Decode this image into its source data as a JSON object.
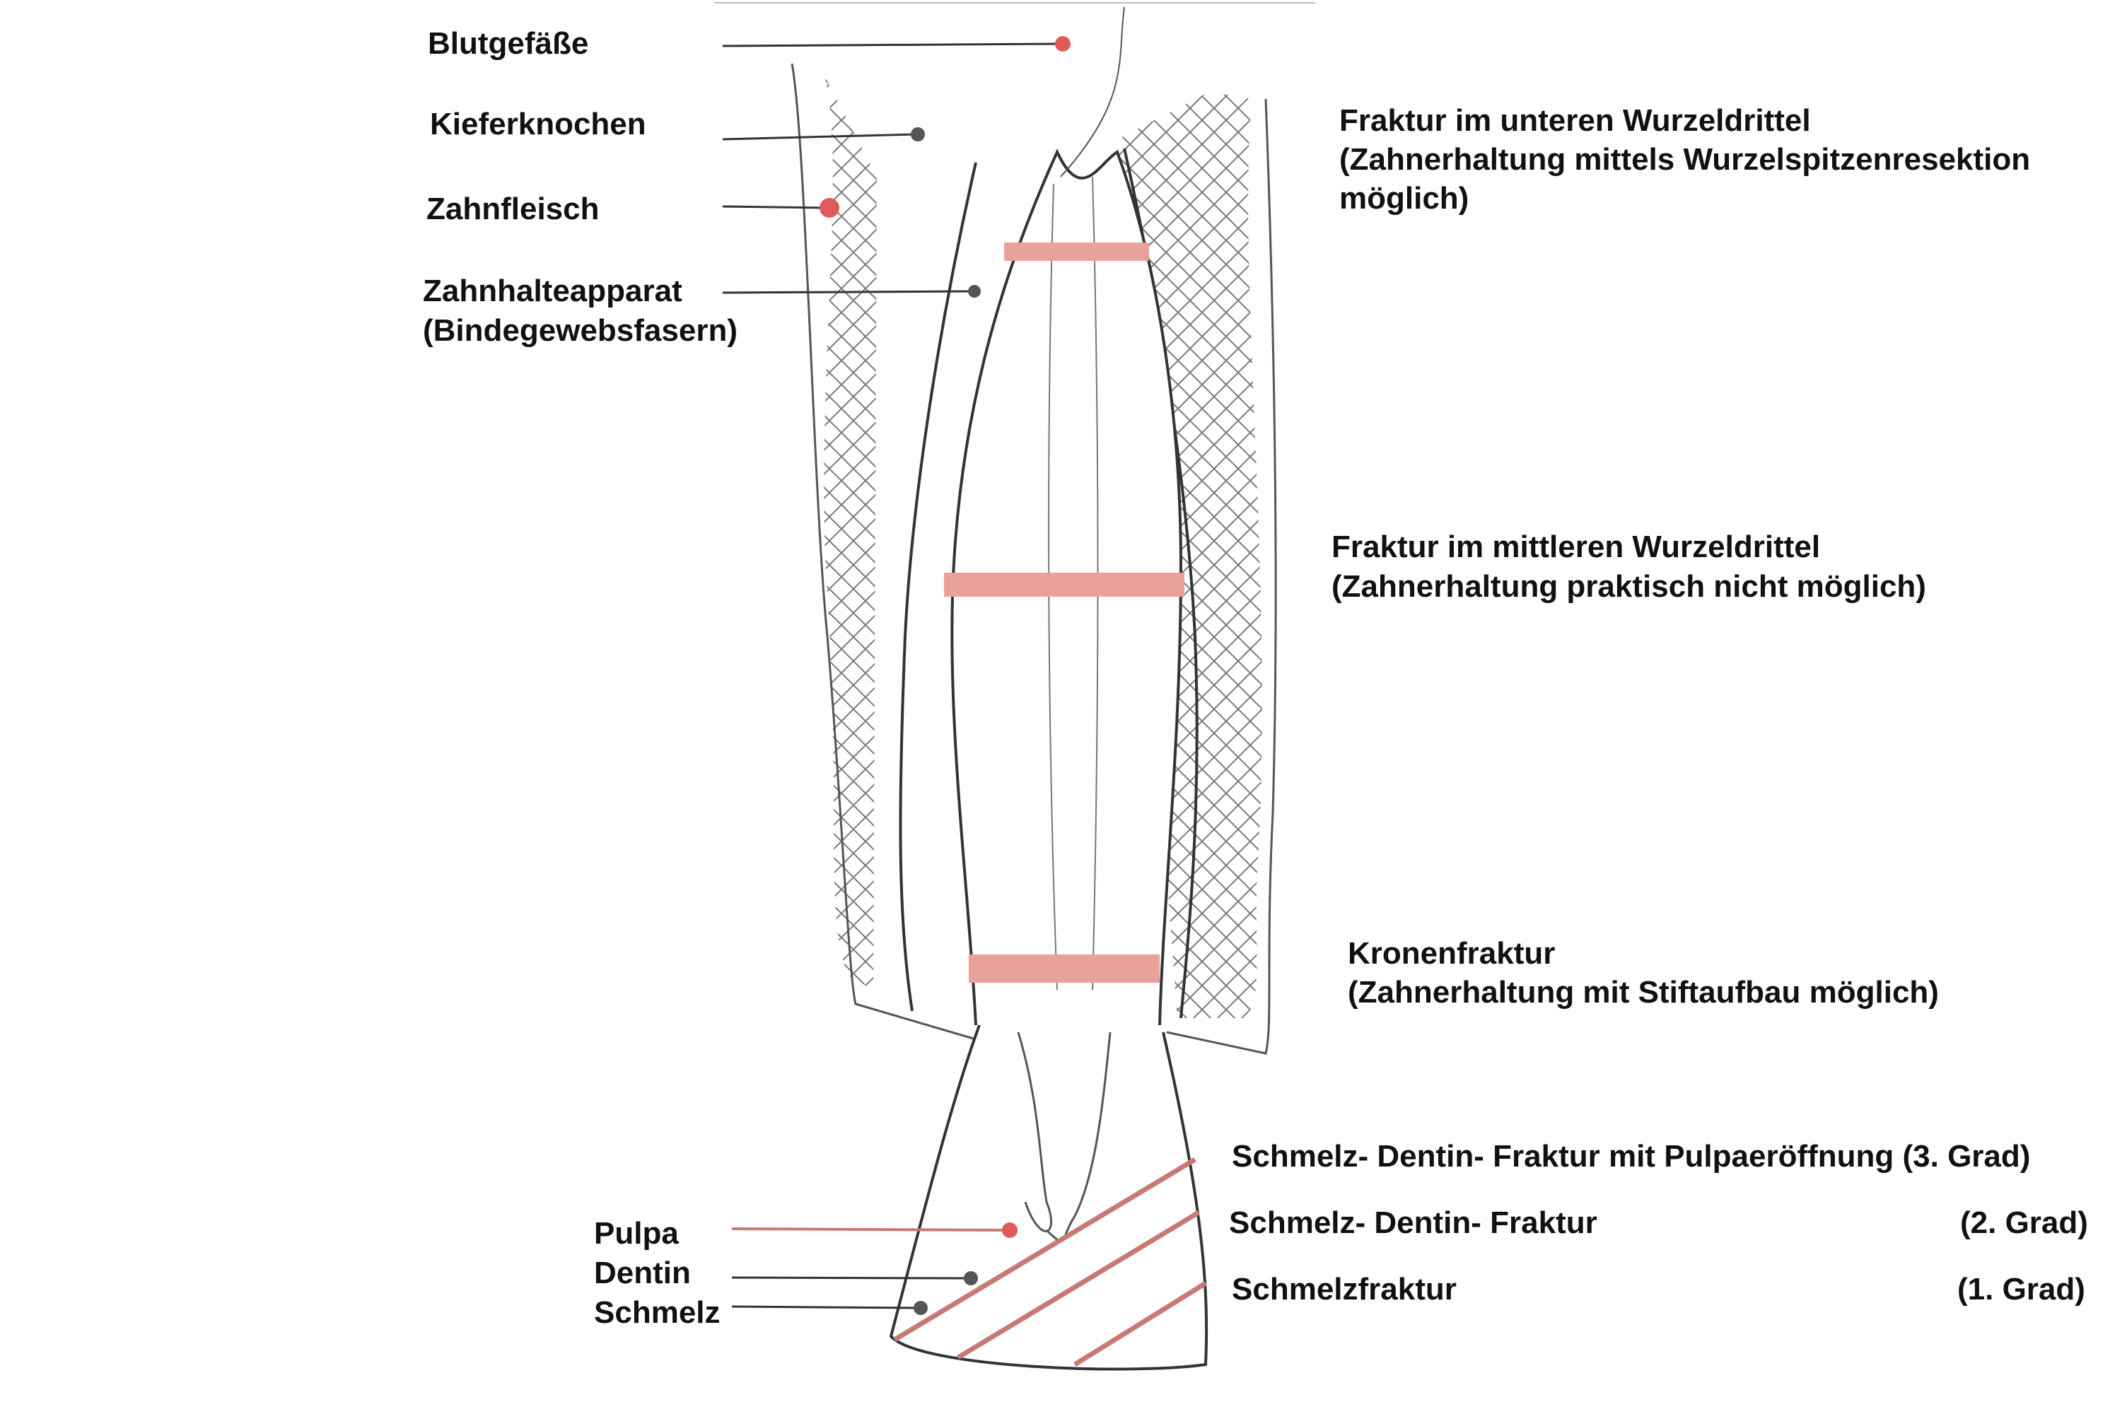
{
  "labels_left": {
    "blood_vessels": "Blutgefäße",
    "jaw_bone": "Kieferknochen",
    "gum": "Zahnfleisch",
    "periodontium_line1": "Zahnhalteapparat",
    "periodontium_line2": "(Bindegewebsfasern)",
    "pulp": "Pulpa",
    "dentin": "Dentin",
    "enamel": "Schmelz"
  },
  "labels_right": {
    "lower_root_title": "Fraktur im unteren Wurzeldrittel",
    "lower_root_note1": "(Zahnerhaltung mittels Wurzelspitzenresektion",
    "lower_root_note2": "möglich)",
    "middle_root_title": "Fraktur im mittleren Wurzeldrittel",
    "middle_root_note": "(Zahnerhaltung praktisch nicht möglich)",
    "crown_title": "Kronenfraktur",
    "crown_note": "(Zahnerhaltung mit Stiftaufbau möglich)",
    "grade3": "Schmelz- Dentin- Fraktur mit Pulpaeröffnung (3. Grad)",
    "grade2_label": "Schmelz- Dentin- Fraktur",
    "grade2_grade": "(2. Grad)",
    "grade1_label": "Schmelzfraktur",
    "grade1_grade": "(1. Grad)"
  },
  "colors": {
    "ink": "#2a2a2a",
    "fracture_band": "#e8a29a",
    "red_marker": "#e05a5a",
    "gray_marker": "#555555",
    "hatch": "#6a6a6a"
  }
}
